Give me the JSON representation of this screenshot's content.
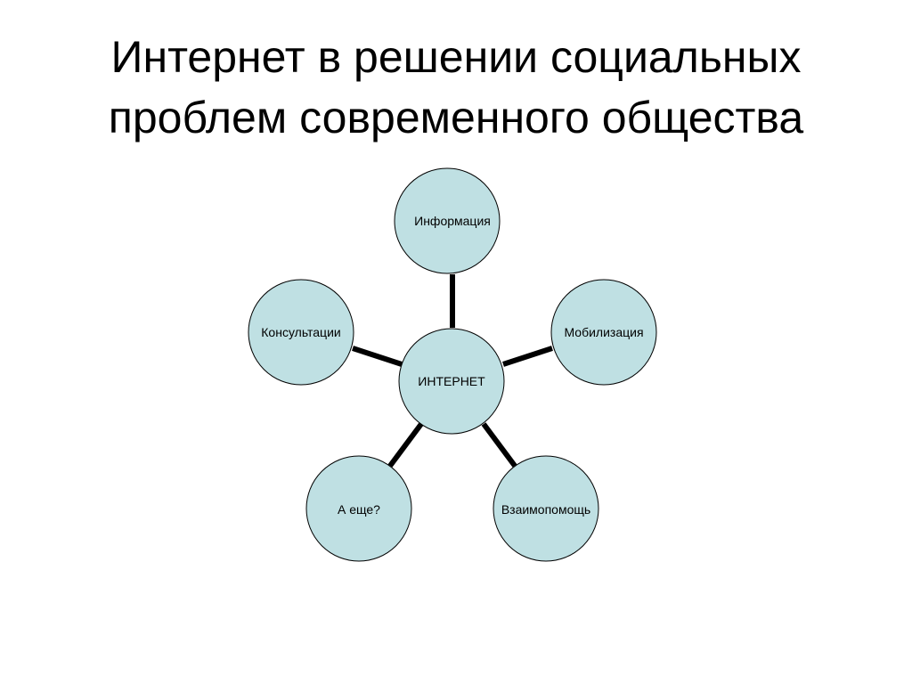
{
  "title": {
    "line1": "Интернет в решении социальных",
    "line2": "проблем современного общества"
  },
  "colors": {
    "node_fill": "#bfe0e3",
    "node_stroke": "#000000",
    "connector": "#000000",
    "background": "#ffffff"
  },
  "diagram": {
    "center": {
      "label": "ИНТЕРНЕТ"
    },
    "nodes": [
      {
        "id": "information",
        "label": "Информация"
      },
      {
        "id": "mobilization",
        "label": "Мобилизация"
      },
      {
        "id": "mutual-aid",
        "label": "Взаимопомощь"
      },
      {
        "id": "what-else",
        "label": "А еще?"
      },
      {
        "id": "consultations",
        "label": "Консультации"
      }
    ]
  }
}
